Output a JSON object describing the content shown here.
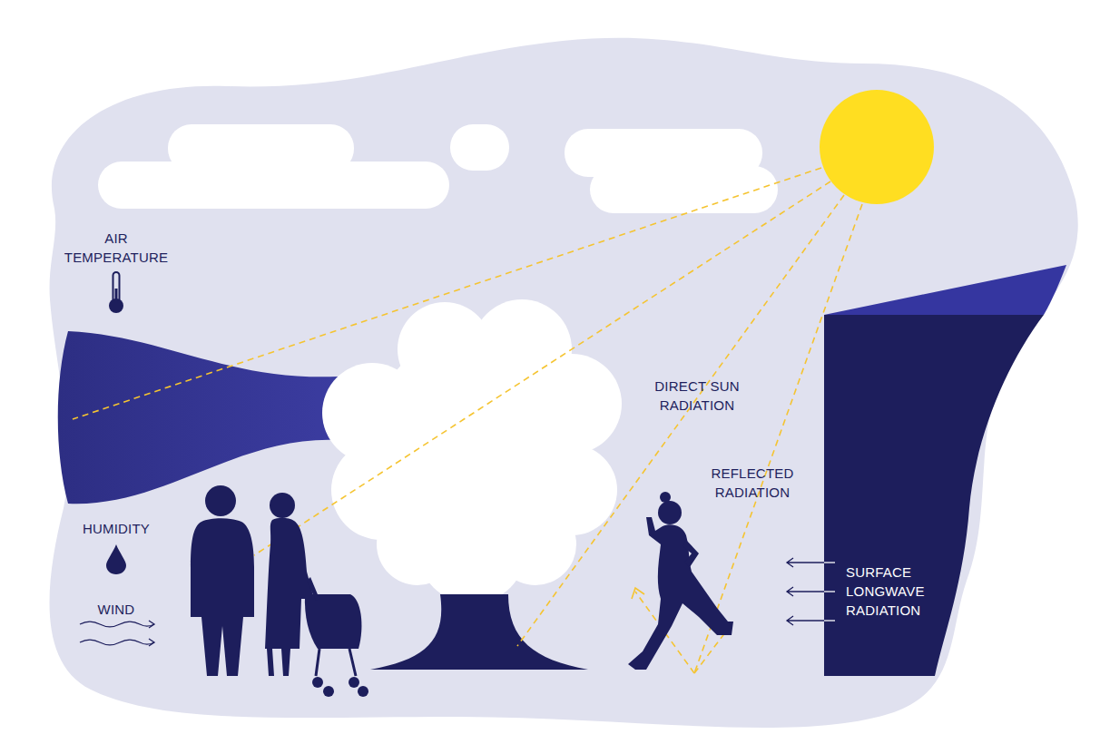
{
  "diagram": {
    "labels": [
      "AIR TEMPERATURE",
      "HUMIDITY",
      "WIND",
      "DIRECT SUN RADIATION",
      "REFLECTED RADIATION",
      "SURFACE LONGWAVE RADIATION"
    ]
  }
}
